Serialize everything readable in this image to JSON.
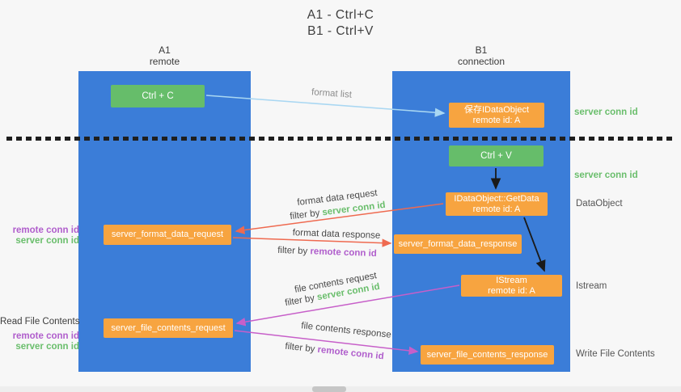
{
  "title": {
    "line1": "A1 - Ctrl+C",
    "line2": "B1 - Ctrl+V"
  },
  "lanes": {
    "a": {
      "name": "A1",
      "sub": "remote"
    },
    "b": {
      "name": "B1",
      "sub": "connection"
    }
  },
  "nodes": {
    "ctrl_c": "Ctrl + C",
    "ctrl_v": "Ctrl + V",
    "save_idataobject": {
      "line1": "保存IDataObject",
      "line2": "remote id: A"
    },
    "getdata": {
      "line1": "IDataObject::GetData",
      "line2": "remote id: A"
    },
    "istream": {
      "line1": "IStream",
      "line2": "remote id: A"
    },
    "format_request": "server_format_data_request",
    "format_response": "server_format_data_response",
    "file_request": "server_file_contents_request",
    "file_response": "server_file_contents_response"
  },
  "right_labels": {
    "server_conn_id_top": "server conn id",
    "server_conn_id_mid": "server conn id",
    "dataobject": "DataObject",
    "istream": "Istream",
    "write_file_contents": "Write File Contents"
  },
  "left_labels": {
    "remote_conn_id_1": "remote conn id",
    "server_conn_id_1": "server conn id",
    "read_file_contents": "Read File Contents",
    "remote_conn_id_2": "remote conn id",
    "server_conn_id_2": "server conn id"
  },
  "edges": {
    "format_list": "format list",
    "format_data_request": "format data request",
    "format_data_response": "format data response",
    "file_contents_request": "file contents request",
    "file_contents_response": "file contents response",
    "filter_by": "filter by",
    "server_conn_id": "server conn id",
    "remote_conn_id": "remote conn id"
  },
  "colors": {
    "lane_blue": "#3B7DD8",
    "node_green": "#66BD6A",
    "node_orange": "#F7A440",
    "arrow_blue": "#A9D7F2",
    "arrow_black": "#1a1a1a",
    "arrow_red": "#EF6A50",
    "arrow_magenta": "#C75FC9",
    "text_green": "#6ABE6C",
    "text_purple": "#B05ECC"
  }
}
